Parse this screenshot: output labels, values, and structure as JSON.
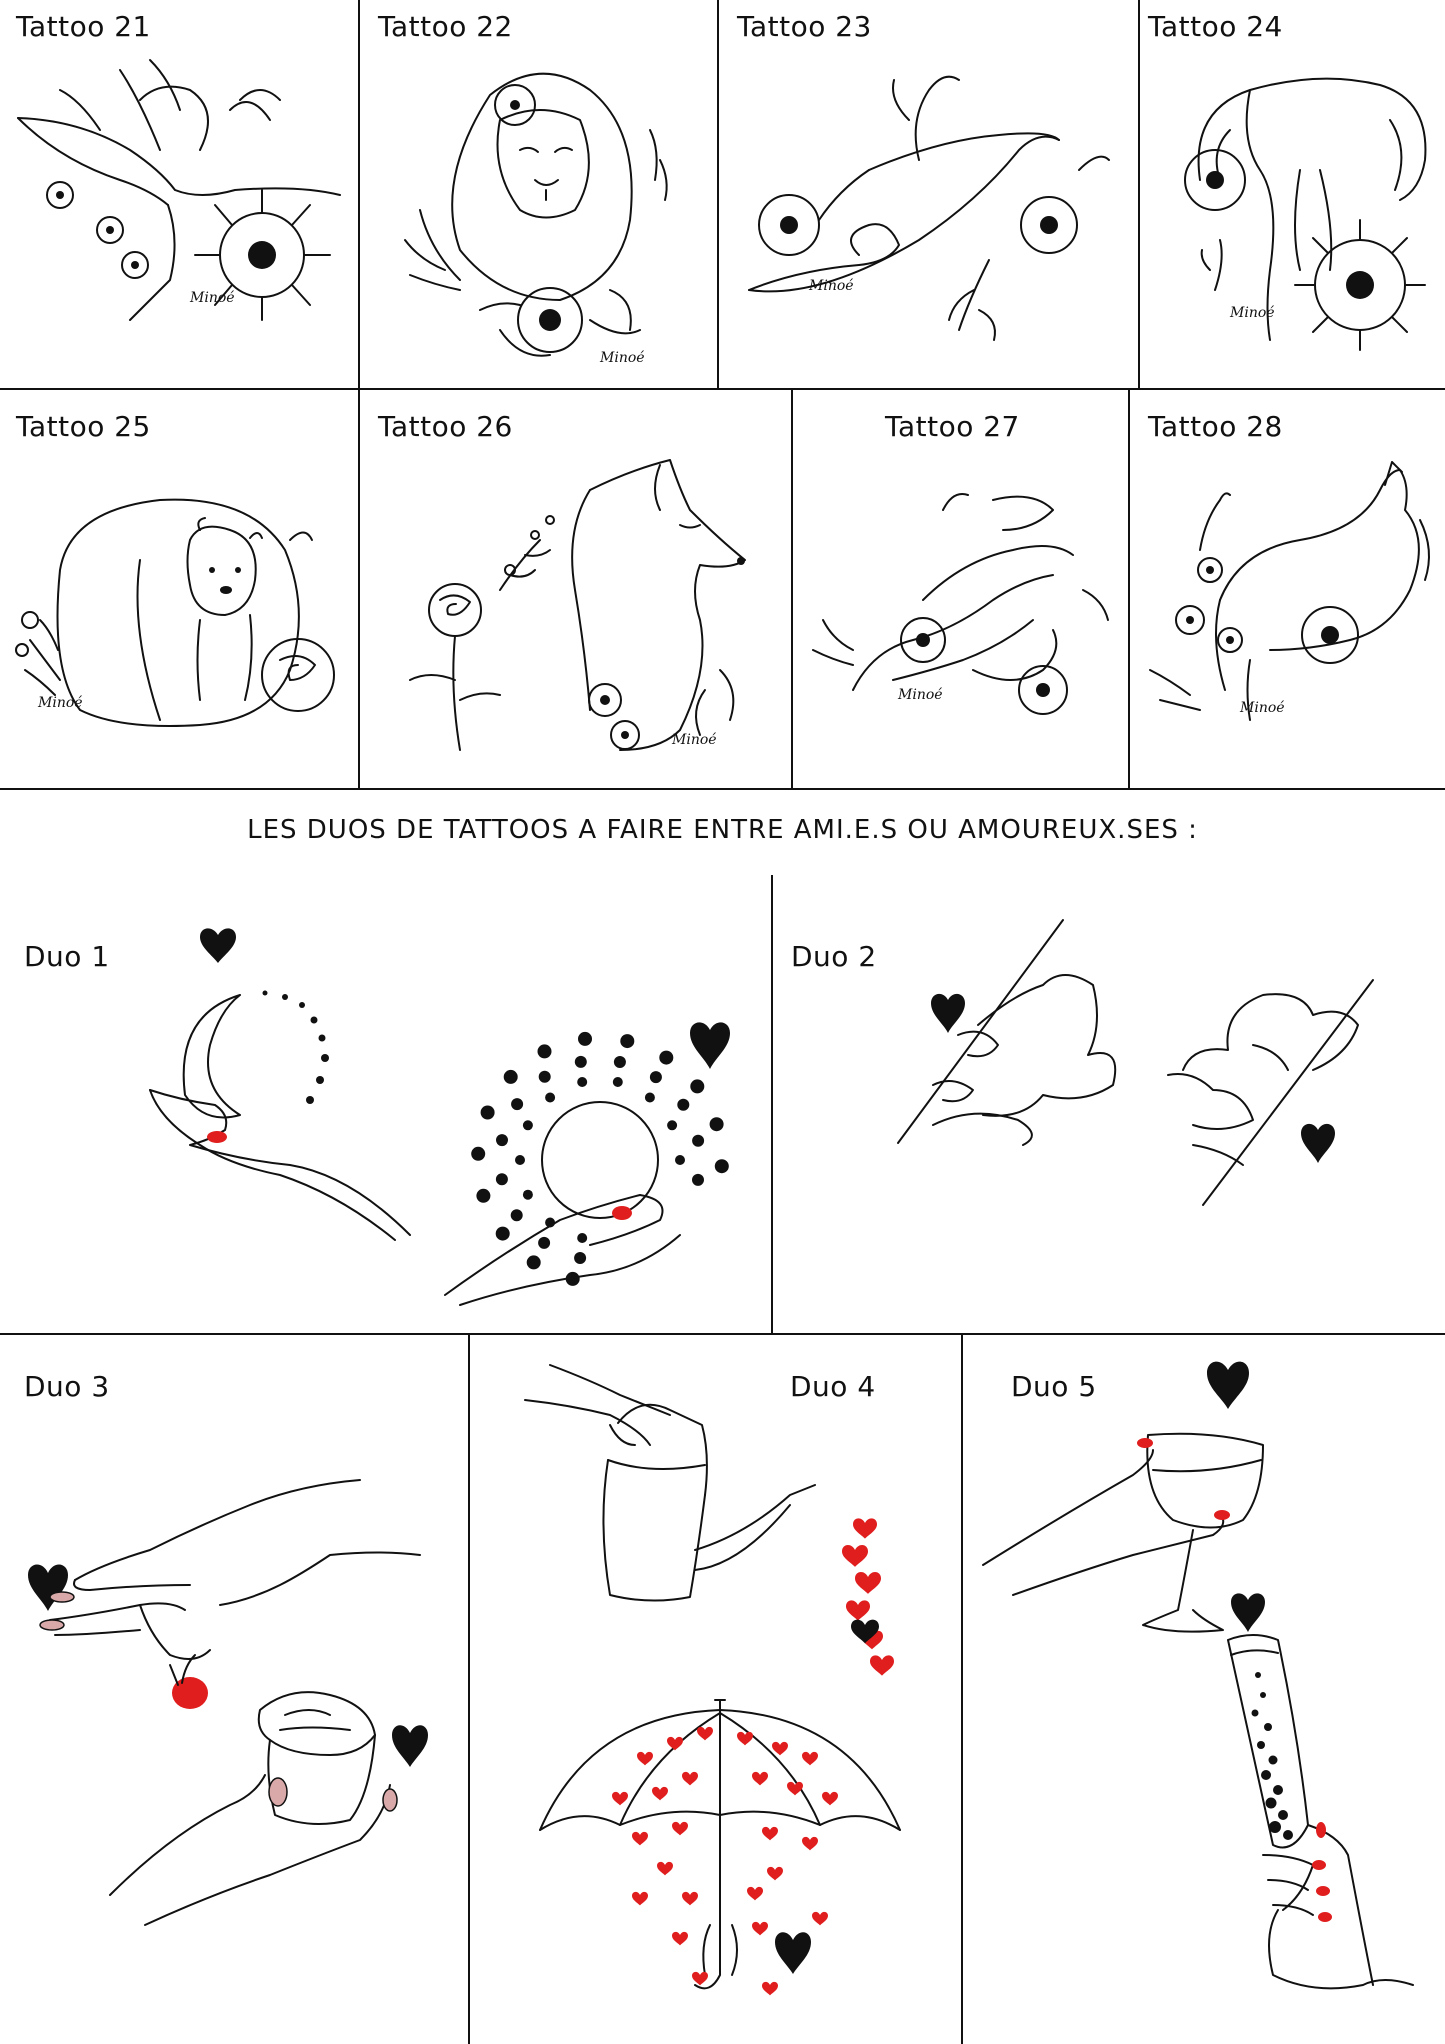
{
  "tattoos": [
    {
      "label": "Tattoo 21",
      "subject": "hummingbird",
      "signature": "Minoé"
    },
    {
      "label": "Tattoo 22",
      "subject": "lion",
      "signature": "Minoé"
    },
    {
      "label": "Tattoo 23",
      "subject": "whale",
      "signature": "Minoé"
    },
    {
      "label": "Tattoo 24",
      "subject": "elephant",
      "signature": "Minoé"
    },
    {
      "label": "Tattoo 25",
      "subject": "bear",
      "signature": "Minoé"
    },
    {
      "label": "Tattoo 26",
      "subject": "fox",
      "signature": "Minoé"
    },
    {
      "label": "Tattoo 27",
      "subject": "hands-flower",
      "signature": "Minoé"
    },
    {
      "label": "Tattoo 28",
      "subject": "wolf",
      "signature": "Minoé"
    }
  ],
  "heading": "LES DUOS DE TATTOOS A FAIRE ENTRE AMI.E.S OU AMOUREUX.SES :",
  "duos": [
    {
      "label": "Duo 1"
    },
    {
      "label": "Duo 2"
    },
    {
      "label": "Duo 3"
    },
    {
      "label": "Duo 4"
    },
    {
      "label": "Duo 5"
    }
  ],
  "colors": {
    "ink": "#111111",
    "accent": "#e01e1e",
    "nail_pink": "#d9a8a8"
  }
}
